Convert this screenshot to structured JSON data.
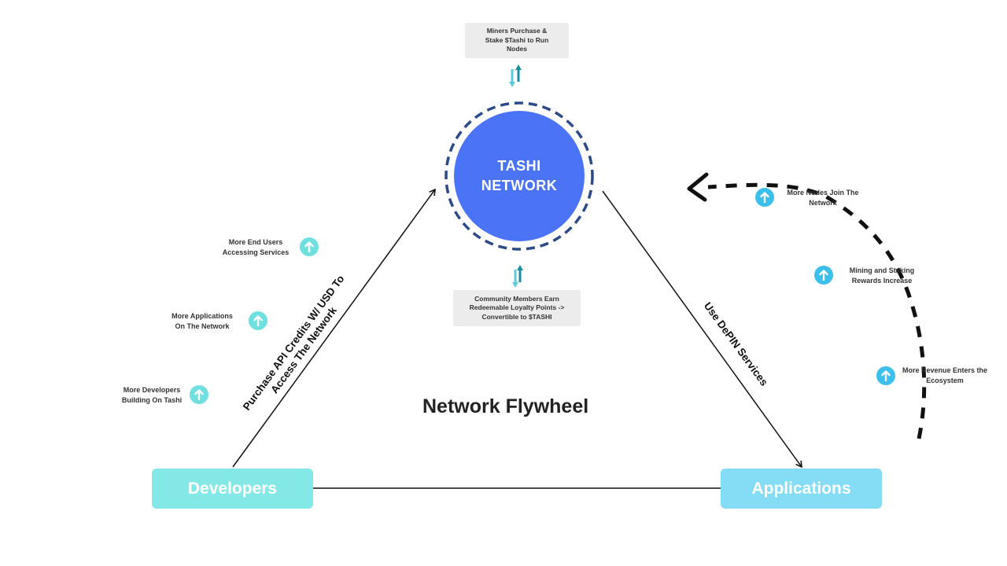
{
  "title": "Network Flywheel",
  "hub": {
    "line1": "TASHI",
    "line2": "NETWORK",
    "fill": "#4a74f5",
    "ring": "#2b4a8a"
  },
  "top_box": {
    "lines": [
      "Miners Purchase &",
      "Stake $Tashi to Run",
      "Nodes"
    ]
  },
  "bottom_box": {
    "lines": [
      "Community Members Earn",
      "Redeemable Loyalty Points ->",
      "Convertible to $TASHI"
    ]
  },
  "nodes": {
    "developers": {
      "label": "Developers",
      "color": "#84e8e6"
    },
    "applications": {
      "label": "Applications",
      "color": "#84dcf5"
    }
  },
  "edges": {
    "left": {
      "lines": [
        "Purchase API Credits W/ USD To",
        "Access The Network"
      ]
    },
    "right": {
      "label": "Use DePIN Services"
    }
  },
  "left_benefits": [
    {
      "lines": [
        "More End Users",
        "Accessing Services"
      ],
      "icon": "arrow-up-circle-icon",
      "color": "#6fdfe0"
    },
    {
      "lines": [
        "More Applications",
        "On The Network"
      ],
      "icon": "arrow-up-circle-icon",
      "color": "#6fdfe0"
    },
    {
      "lines": [
        "More Developers",
        "Building On Tashi"
      ],
      "icon": "arrow-up-circle-icon",
      "color": "#6fdfe0"
    }
  ],
  "right_benefits": [
    {
      "lines": [
        "More Nodes Join The",
        "Network"
      ],
      "icon": "arrow-up-circle-icon",
      "color": "#3cbfea"
    },
    {
      "lines": [
        "Mining and Staking",
        "Rewards Increase"
      ],
      "icon": "arrow-up-circle-icon",
      "color": "#3cbfea"
    },
    {
      "lines": [
        "More Revenue Enters the",
        "Ecosystem"
      ],
      "icon": "arrow-up-circle-icon",
      "color": "#3cbfea"
    }
  ],
  "icons": {
    "exchange_arrows": "exchange-arrows-icon",
    "flow_arrow": "dashed-return-arrow-icon"
  }
}
